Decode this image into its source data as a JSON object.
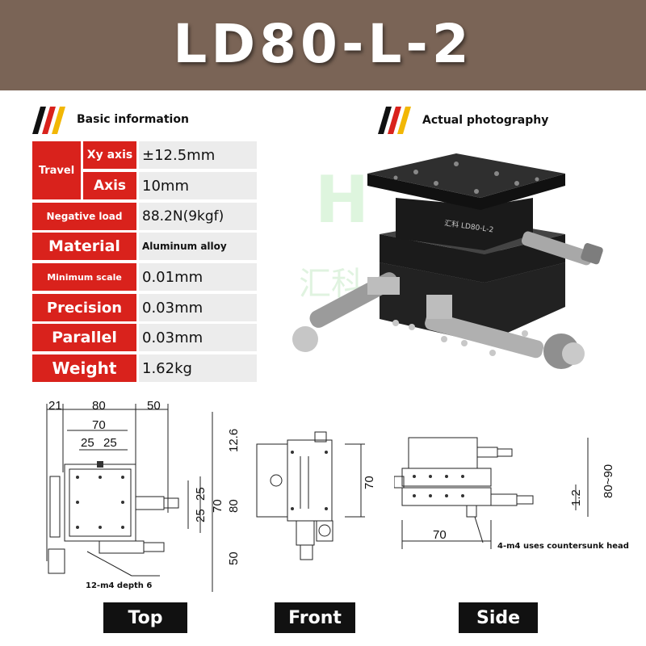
{
  "title": "LD80-L-2",
  "sections": {
    "basic": "Basic information",
    "photo": "Actual photography"
  },
  "specs": {
    "travel_label": "Travel",
    "xy_label": "Xy axis",
    "xy_value": "±12.5mm",
    "axis_label": "Axis",
    "axis_value": "10mm",
    "load_label": "Negative load",
    "load_value": "88.2N(9kgf)",
    "material_label": "Material",
    "material_value": "Aluminum alloy",
    "minscale_label": "Minimum scale",
    "minscale_value": "0.01mm",
    "precision_label": "Precision",
    "precision_value": "0.03mm",
    "parallel_label": "Parallel",
    "parallel_value": "0.03mm",
    "weight_label": "Weight",
    "weight_value": "1.62kg"
  },
  "photo": {
    "plate_label": "汇科 LD80-L-2",
    "watermark": "汇科"
  },
  "drawings": {
    "top": {
      "dim_21": "21",
      "dim_80": "80",
      "dim_50": "50",
      "dim_70": "70",
      "dim_25a": "25",
      "dim_25b": "25",
      "dim_126": "12.6",
      "dim_v25a": "25",
      "dim_v25b": "25",
      "dim_v70": "70",
      "dim_v80": "80",
      "dim_v50": "50",
      "note": "12-m4 depth 6"
    },
    "front": {
      "dim_70": "70"
    },
    "side": {
      "dim_8090": "80~90",
      "dim_12": "1.2",
      "dim_70": "70",
      "note": "4-m4 uses countersunk head"
    }
  },
  "tabs": {
    "top": "Top",
    "front": "Front",
    "side": "Side"
  },
  "colors": {
    "banner": "#7a6456",
    "red": "#d9221c",
    "value_bg": "#ececec",
    "stripe_yellow": "#f2b705"
  }
}
